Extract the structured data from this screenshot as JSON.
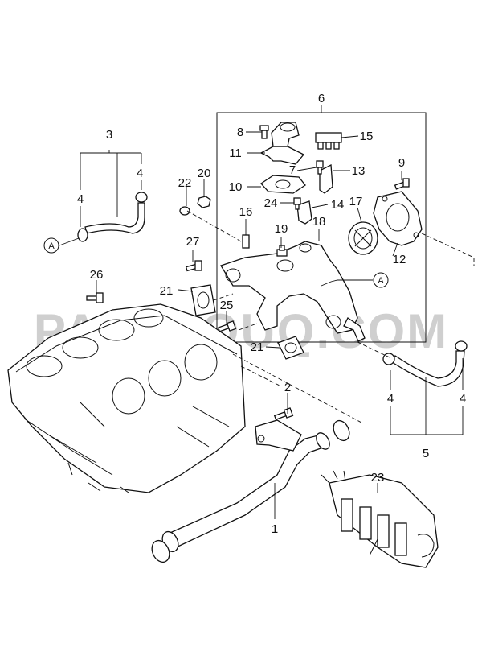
{
  "watermark": "PARTSOUQ.COM",
  "callouts": {
    "c1": "1",
    "c2": "2",
    "c3": "3",
    "c4a": "4",
    "c4b": "4",
    "c4c": "4",
    "c4d": "4",
    "c5": "5",
    "c6": "6",
    "c7": "7",
    "c8": "8",
    "c9": "9",
    "c10": "10",
    "c11": "11",
    "c12": "12",
    "c13": "13",
    "c14": "14",
    "c15": "15",
    "c16": "16",
    "c17": "17",
    "c18": "18",
    "c19": "19",
    "c20": "20",
    "c21a": "21",
    "c21b": "21",
    "c22": "22",
    "c23": "23",
    "c24": "24",
    "c25": "25",
    "c26": "26",
    "c27": "27"
  },
  "connectors": {
    "a_left": "A",
    "a_right": "A"
  }
}
